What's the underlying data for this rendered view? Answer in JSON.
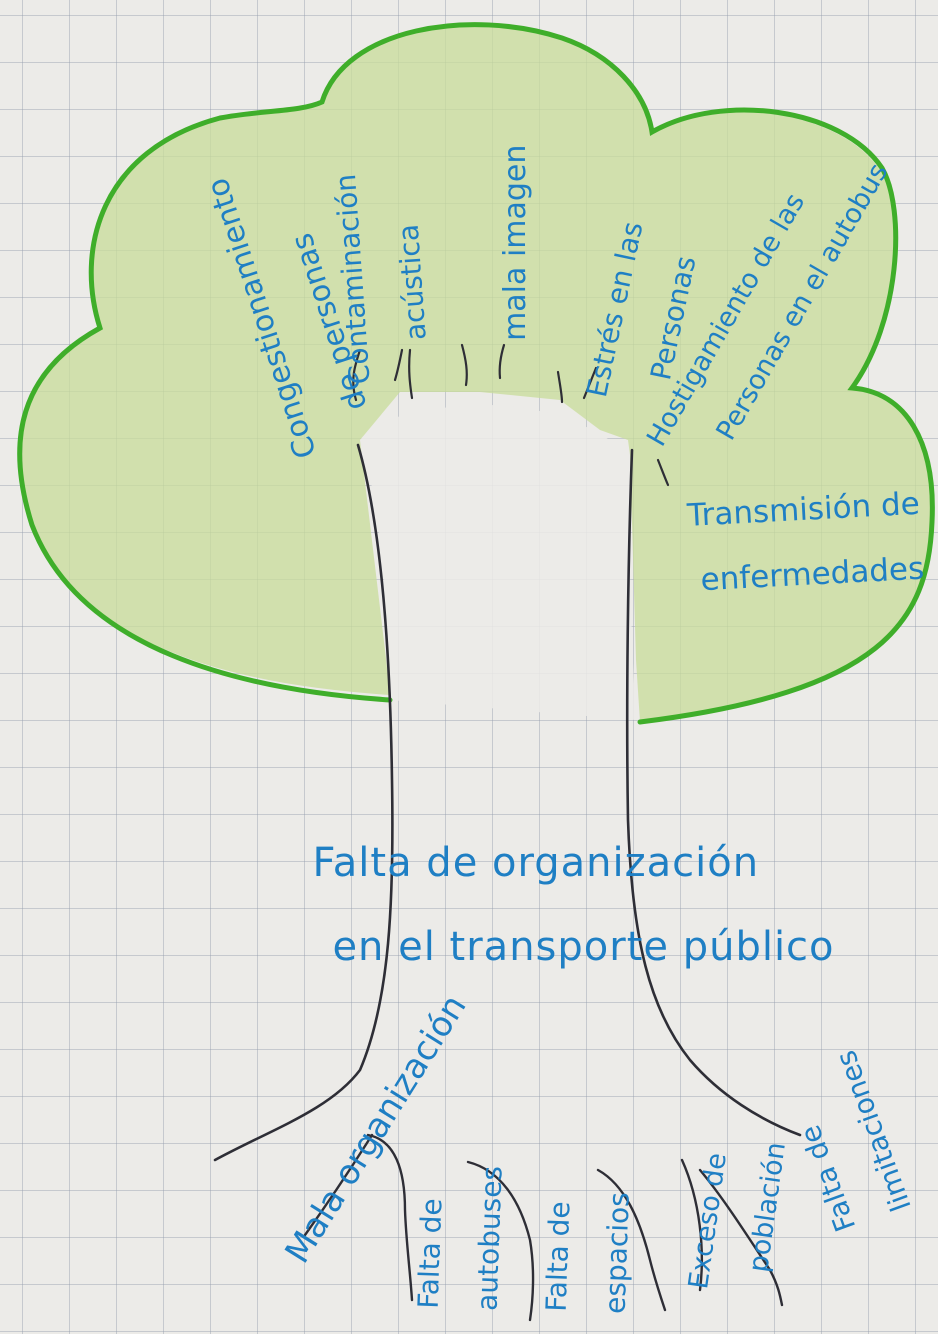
{
  "problem": {
    "line1": "Falta de organización",
    "line2": "en el transporte público"
  },
  "effects": [
    {
      "id": "congestion",
      "line1": "Congestionamiento",
      "line2": "de personas"
    },
    {
      "id": "contaminacion",
      "line1": "Contaminación",
      "line2": "acústica"
    },
    {
      "id": "imagen",
      "line1": "mala imagen"
    },
    {
      "id": "estres",
      "line1": "Estrés en las",
      "line2": "Personas"
    },
    {
      "id": "hostigamiento",
      "line1": "Hostigamiento de las",
      "line2": "Personas en el autobus"
    },
    {
      "id": "transmision",
      "line1": "Transmisión de",
      "line2": "enfermedades"
    }
  ],
  "causes": [
    {
      "id": "mala-organizacion",
      "line1": "Mala organización"
    },
    {
      "id": "autobuses",
      "line1": "Falta de",
      "line2": "autobuses"
    },
    {
      "id": "espacios",
      "line1": "Falta de",
      "line2": "espacios"
    },
    {
      "id": "poblacion",
      "line1": "Exceso de",
      "line2": "población"
    },
    {
      "id": "limitaciones",
      "line1": "Falta de",
      "line2": "limitaciones"
    }
  ],
  "colors": {
    "ink": "#1f7fc4",
    "canopy_outline": "#3fae2a",
    "canopy_fill": "#c8dc9a",
    "trunk": "#2e2e36",
    "grid": "#9aa3b0"
  }
}
